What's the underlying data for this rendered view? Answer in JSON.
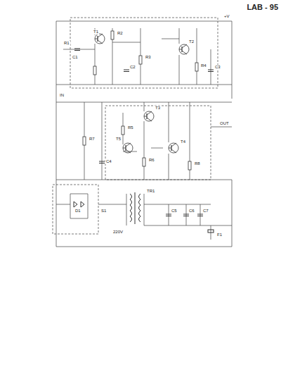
{
  "diagram": {
    "title": "LAB - 95",
    "labels": [
      "R1",
      "C1",
      "T1",
      "R2",
      "C2",
      "R3",
      "T2",
      "R4",
      "C3",
      "T3",
      "T4",
      "R5",
      "R6",
      "C4",
      "R7",
      "T5",
      "R8",
      "TR1",
      "D1",
      "C5",
      "C6",
      "C7",
      "F1",
      "220V",
      "S1",
      "IN",
      "OUT",
      "+V"
    ]
  }
}
